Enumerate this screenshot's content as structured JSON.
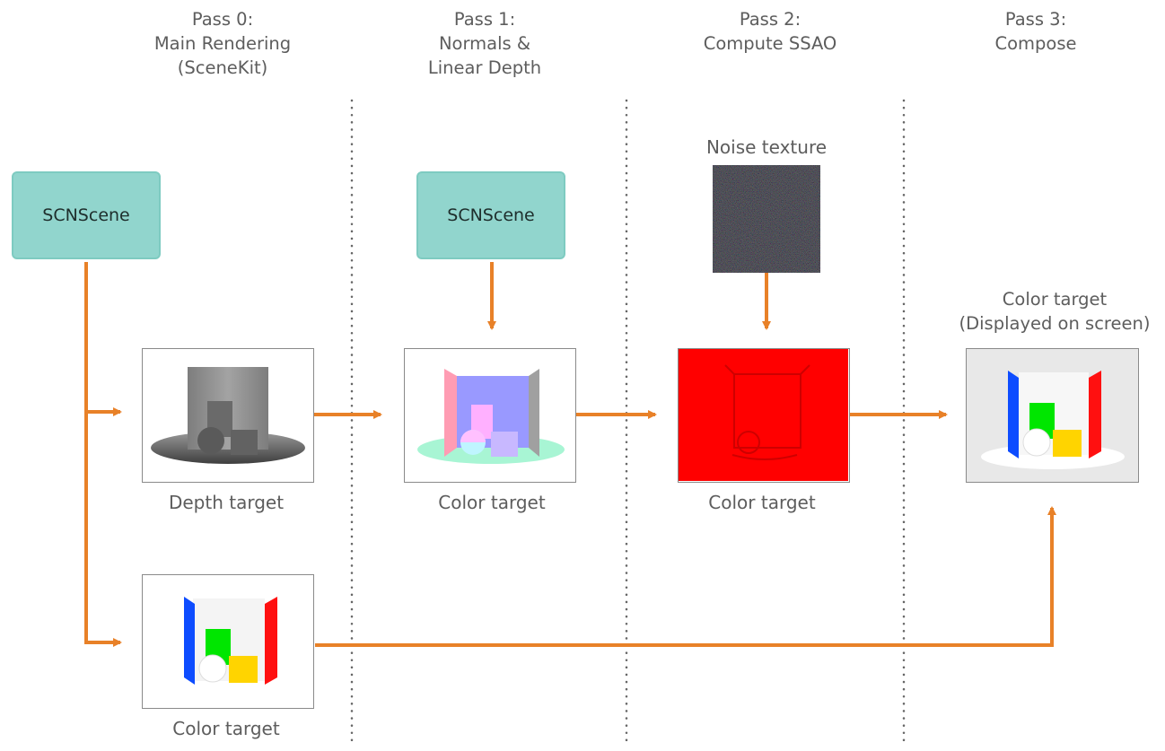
{
  "passes": [
    {
      "lines": [
        "Pass 0:",
        "Main Rendering",
        "(SceneKit)"
      ]
    },
    {
      "lines": [
        "Pass 1:",
        "Normals &",
        "Linear Depth"
      ]
    },
    {
      "lines": [
        "Pass 2:",
        "Compute SSAO"
      ]
    },
    {
      "lines": [
        "Pass 3:",
        "Compose"
      ]
    }
  ],
  "scene_label": "SCNScene",
  "noise_label": "Noise texture",
  "targets": {
    "depth": "Depth target",
    "color": "Color target",
    "display_line1": "Color target",
    "display_line2": "(Displayed on screen)"
  },
  "colors": {
    "arrow": "#e88128",
    "scene_fill": "#91d5cd",
    "divider": "#666666"
  }
}
